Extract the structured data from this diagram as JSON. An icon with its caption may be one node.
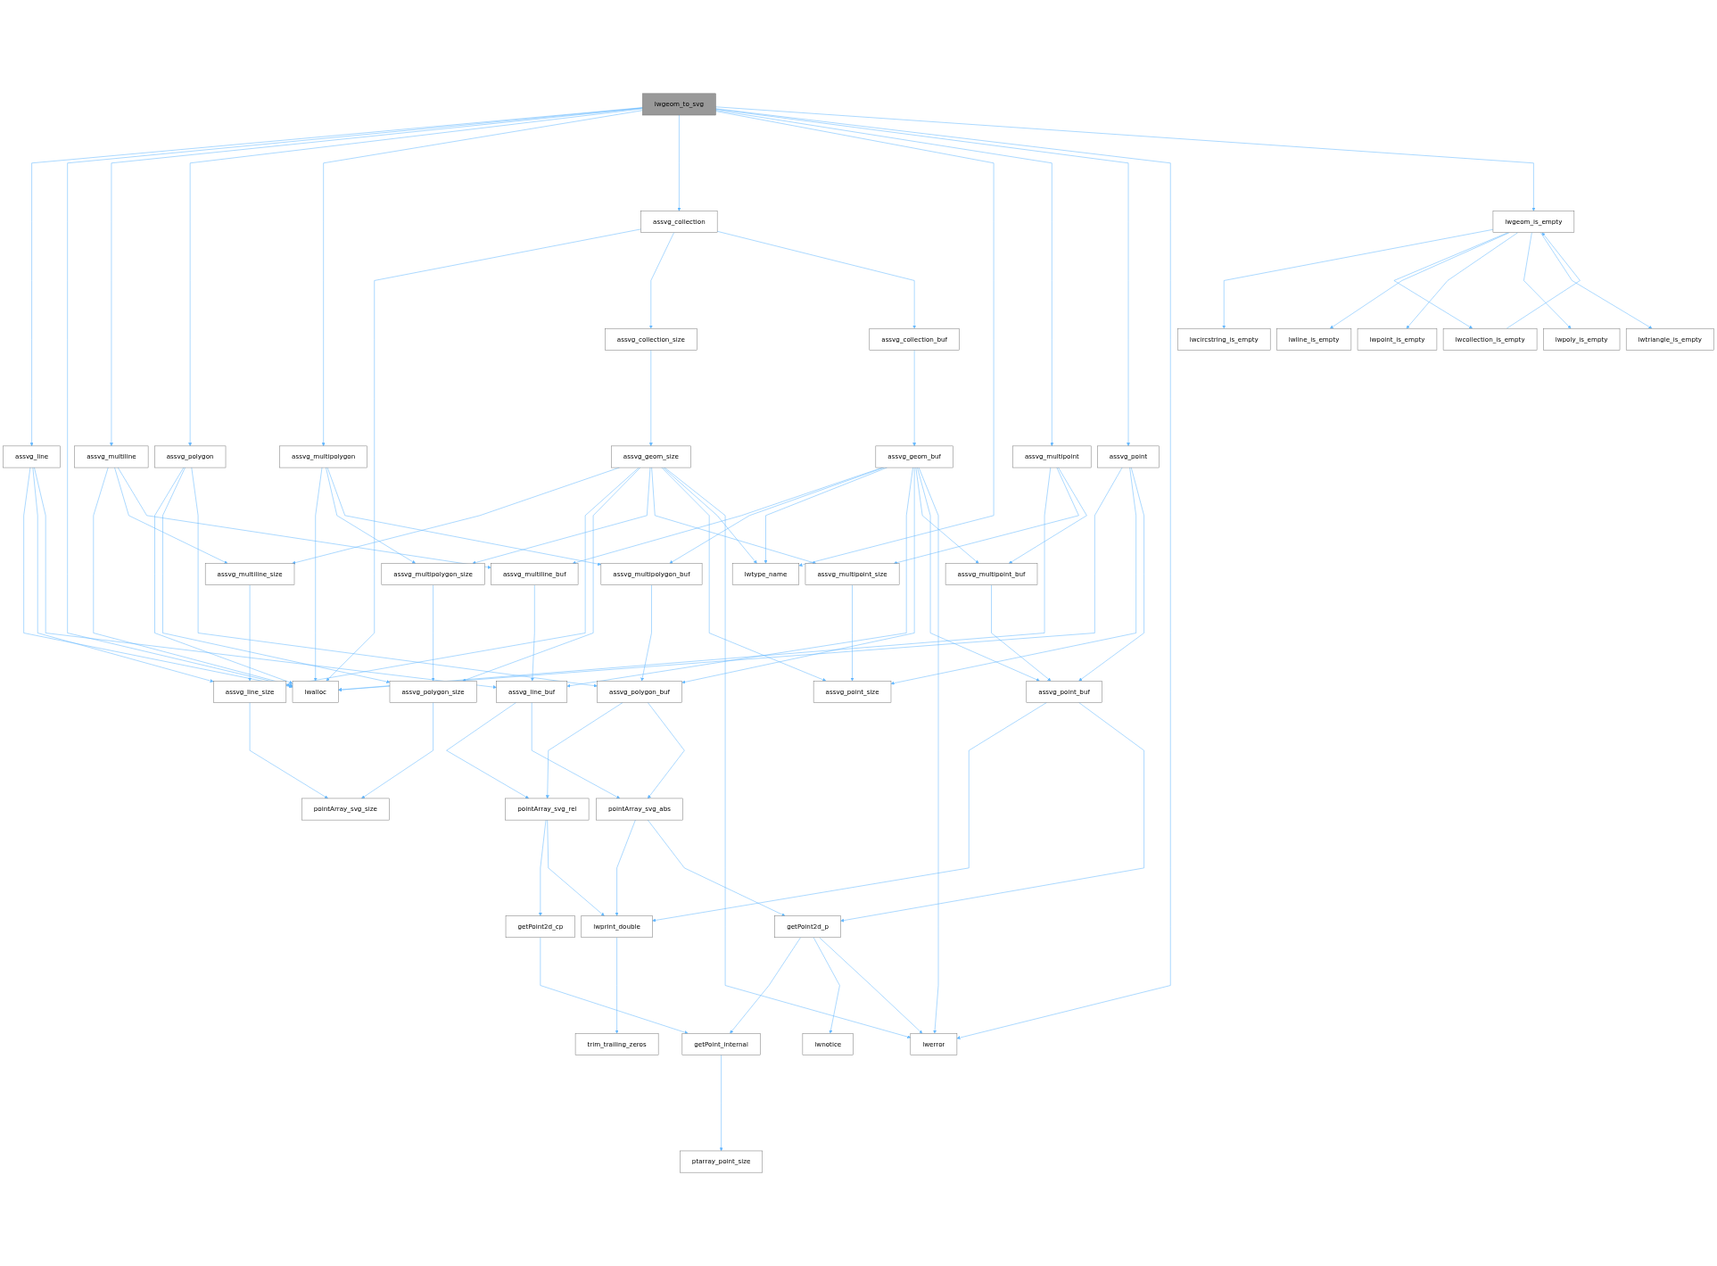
{
  "diagram": {
    "nodes": [
      {
        "text": [
          "lwgeom_to_svg"
        ]
      },
      {
        "text": [
          "assvg_line"
        ]
      },
      {
        "text": [
          "lwalloc"
        ]
      },
      {
        "text": [
          "assvg_multiline_size"
        ]
      },
      {
        "text": [
          "assvg_line_size"
        ]
      },
      {
        "text": [
          "assvg_multiline"
        ]
      },
      {
        "text": [
          "pointArray_svg_size"
        ]
      },
      {
        "text": [
          "assvg_polygon"
        ]
      },
      {
        "text": [
          "assvg_polygon_size"
        ]
      },
      {
        "text": [
          "assvg_multipolygon_size"
        ]
      },
      {
        "text": [
          "assvg_multipolygon"
        ]
      },
      {
        "text": [
          "assvg_multiline_buf"
        ]
      },
      {
        "text": [
          "assvg_line_buf"
        ]
      },
      {
        "text": [
          "pointArray_svg_rel"
        ]
      },
      {
        "text": [
          "getPoint2d_cp"
        ]
      },
      {
        "text": [
          "assvg_collection"
        ]
      },
      {
        "text": [
          "assvg_collection_size"
        ]
      },
      {
        "text": [
          "assvg_geom_size"
        ]
      },
      {
        "text": [
          "trim_trailing_zeros"
        ]
      },
      {
        "text": [
          "assvg_polygon_buf"
        ]
      },
      {
        "text": [
          "pointArray_svg_abs"
        ]
      },
      {
        "text": [
          "lwprint_double"
        ]
      },
      {
        "text": [
          "getPoint_internal"
        ]
      },
      {
        "text": [
          "ptarray_point_size"
        ]
      },
      {
        "text": [
          "assvg_collection_buf"
        ]
      },
      {
        "text": [
          "assvg_multipolygon_buf"
        ]
      },
      {
        "text": [
          "getPoint2d_p"
        ]
      },
      {
        "text": [
          "lwnotice"
        ]
      },
      {
        "text": [
          "assvg_multipoint"
        ]
      },
      {
        "text": [
          "assvg_multipoint_size"
        ]
      },
      {
        "text": [
          "assvg_point_size"
        ]
      },
      {
        "text": [
          "lwtype_name"
        ]
      },
      {
        "text": [
          "assvg_geom_buf"
        ]
      },
      {
        "text": [
          "assvg_multipoint_buf"
        ]
      },
      {
        "text": [
          "assvg_point_buf"
        ]
      },
      {
        "text": [
          "lwerror"
        ]
      },
      {
        "text": [
          "assvg_point"
        ]
      },
      {
        "text": [
          "lwcircstring_is_empty"
        ]
      },
      {
        "text": [
          "lwcollection_is_empty"
        ]
      },
      {
        "text": [
          "lwgeom_is_empty"
        ]
      },
      {
        "text": [
          "lwline_is_empty"
        ]
      },
      {
        "text": [
          "lwpoint_is_empty"
        ]
      },
      {
        "text": [
          "lwpoly_is_empty"
        ]
      },
      {
        "text": [
          "lwtriangle_is_empty"
        ]
      }
    ],
    "edges": [
      {
        "from": 0,
        "to": 1,
        "arrow": "to"
      },
      {
        "from": 0,
        "to": 2,
        "arrow": "to"
      },
      {
        "from": 0,
        "to": 5,
        "arrow": "to"
      },
      {
        "from": 0,
        "to": 7,
        "arrow": "to"
      },
      {
        "from": 0,
        "to": 10,
        "arrow": "to"
      },
      {
        "from": 0,
        "to": 15,
        "arrow": "to"
      },
      {
        "from": 0,
        "to": 31,
        "arrow": "to"
      },
      {
        "from": 0,
        "to": 28,
        "arrow": "to"
      },
      {
        "from": 0,
        "to": 36,
        "arrow": "to"
      },
      {
        "from": 0,
        "to": 35,
        "arrow": "to"
      },
      {
        "from": 0,
        "to": 39,
        "arrow": "to"
      },
      {
        "from": 1,
        "to": 2,
        "arrow": "to"
      },
      {
        "from": 1,
        "to": 4,
        "arrow": "to"
      },
      {
        "from": 1,
        "to": 12,
        "arrow": "to"
      },
      {
        "from": 5,
        "to": 2,
        "arrow": "to"
      },
      {
        "from": 5,
        "to": 3,
        "arrow": "to"
      },
      {
        "from": 5,
        "to": 11,
        "arrow": "to"
      },
      {
        "from": 7,
        "to": 2,
        "arrow": "to"
      },
      {
        "from": 7,
        "to": 8,
        "arrow": "to"
      },
      {
        "from": 7,
        "to": 19,
        "arrow": "to"
      },
      {
        "from": 10,
        "to": 2,
        "arrow": "to"
      },
      {
        "from": 10,
        "to": 9,
        "arrow": "to"
      },
      {
        "from": 10,
        "to": 25,
        "arrow": "to"
      },
      {
        "from": 15,
        "to": 2,
        "arrow": "to"
      },
      {
        "from": 15,
        "to": 16,
        "arrow": "to"
      },
      {
        "from": 15,
        "to": 24,
        "arrow": "to"
      },
      {
        "from": 16,
        "to": 17,
        "arrow": "to"
      },
      {
        "from": 24,
        "to": 32,
        "arrow": "to"
      },
      {
        "from": 17,
        "to": 3,
        "arrow": "to"
      },
      {
        "from": 17,
        "to": 4,
        "arrow": "to"
      },
      {
        "from": 17,
        "to": 8,
        "arrow": "to"
      },
      {
        "from": 17,
        "to": 9,
        "arrow": "to"
      },
      {
        "from": 17,
        "to": 29,
        "arrow": "to"
      },
      {
        "from": 17,
        "to": 30,
        "arrow": "to"
      },
      {
        "from": 17,
        "to": 31,
        "arrow": "to"
      },
      {
        "from": 17,
        "to": 35,
        "arrow": "to"
      },
      {
        "from": 28,
        "to": 2,
        "arrow": "to"
      },
      {
        "from": 28,
        "to": 29,
        "arrow": "to"
      },
      {
        "from": 28,
        "to": 33,
        "arrow": "to"
      },
      {
        "from": 36,
        "to": 2,
        "arrow": "to"
      },
      {
        "from": 36,
        "to": 30,
        "arrow": "to"
      },
      {
        "from": 36,
        "to": 34,
        "arrow": "to"
      },
      {
        "from": 32,
        "to": 11,
        "arrow": "to"
      },
      {
        "from": 32,
        "to": 25,
        "arrow": "to"
      },
      {
        "from": 32,
        "to": 31,
        "arrow": "to"
      },
      {
        "from": 32,
        "to": 12,
        "arrow": "to"
      },
      {
        "from": 32,
        "to": 19,
        "arrow": "to"
      },
      {
        "from": 32,
        "to": 33,
        "arrow": "to"
      },
      {
        "from": 32,
        "to": 34,
        "arrow": "to"
      },
      {
        "from": 32,
        "to": 35,
        "arrow": "to"
      },
      {
        "from": 3,
        "to": 4,
        "arrow": "to"
      },
      {
        "from": 4,
        "to": 6,
        "arrow": "to"
      },
      {
        "from": 8,
        "to": 6,
        "arrow": "to"
      },
      {
        "from": 9,
        "to": 8,
        "arrow": "to"
      },
      {
        "from": 11,
        "to": 12,
        "arrow": "to"
      },
      {
        "from": 12,
        "to": 13,
        "arrow": "to"
      },
      {
        "from": 12,
        "to": 20,
        "arrow": "to"
      },
      {
        "from": 25,
        "to": 19,
        "arrow": "to"
      },
      {
        "from": 19,
        "to": 13,
        "arrow": "to"
      },
      {
        "from": 19,
        "to": 20,
        "arrow": "to"
      },
      {
        "from": 13,
        "to": 14,
        "arrow": "to"
      },
      {
        "from": 13,
        "to": 21,
        "arrow": "to"
      },
      {
        "from": 20,
        "to": 21,
        "arrow": "to"
      },
      {
        "from": 20,
        "to": 26,
        "arrow": "to"
      },
      {
        "from": 14,
        "to": 22,
        "arrow": "to"
      },
      {
        "from": 21,
        "to": 18,
        "arrow": "to"
      },
      {
        "from": 22,
        "to": 23,
        "arrow": "to"
      },
      {
        "from": 26,
        "to": 22,
        "arrow": "to"
      },
      {
        "from": 26,
        "to": 27,
        "arrow": "to"
      },
      {
        "from": 26,
        "to": 35,
        "arrow": "to"
      },
      {
        "from": 29,
        "to": 30,
        "arrow": "to"
      },
      {
        "from": 33,
        "to": 34,
        "arrow": "to"
      },
      {
        "from": 34,
        "to": 21,
        "arrow": "to"
      },
      {
        "from": 34,
        "to": 26,
        "arrow": "to"
      },
      {
        "from": 39,
        "to": 37,
        "arrow": "to"
      },
      {
        "from": 39,
        "to": 38,
        "arrow": "to"
      },
      {
        "from": 39,
        "to": 40,
        "arrow": "to"
      },
      {
        "from": 39,
        "to": 41,
        "arrow": "to"
      },
      {
        "from": 39,
        "to": 42,
        "arrow": "to"
      },
      {
        "from": 39,
        "to": 43,
        "arrow": "to"
      },
      {
        "from": 38,
        "to": 39,
        "arrow": "to"
      }
    ]
  }
}
